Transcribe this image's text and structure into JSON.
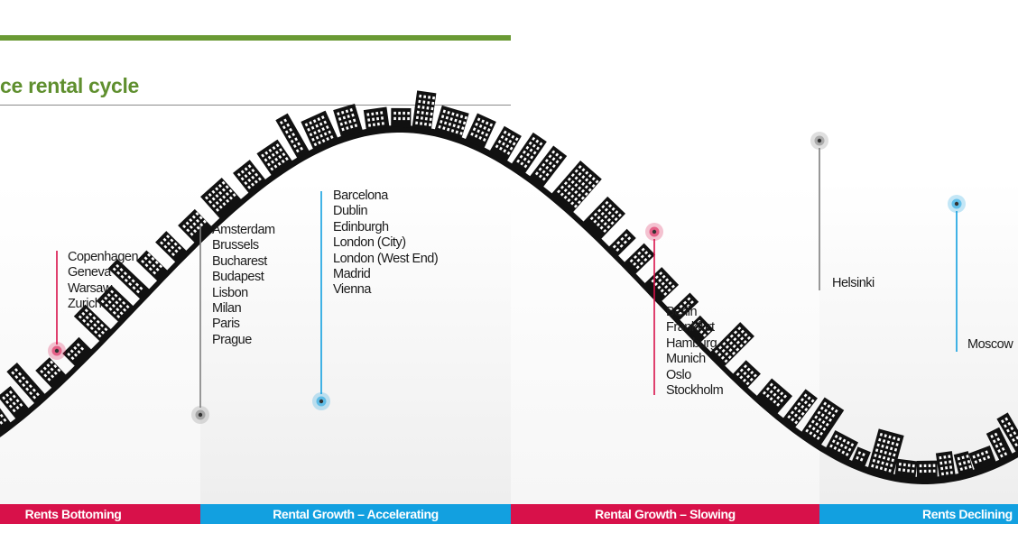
{
  "title": "ce rental cycle",
  "colors": {
    "green": "#6a9a34",
    "title_green": "#5f8f2e",
    "red": "#d8114a",
    "blue": "#12a0e0",
    "grey": "#7f7f7f",
    "building": "#111111"
  },
  "markers": [
    {
      "id": "bottoming",
      "color": "red",
      "cities": [
        "Copenhagen",
        "Geneva",
        "Warsaw",
        "Zurich"
      ]
    },
    {
      "id": "turning-up",
      "color": "grey",
      "cities": [
        "Amsterdam",
        "Brussels",
        "Bucharest",
        "Budapest",
        "Lisbon",
        "Milan",
        "Paris",
        "Prague"
      ]
    },
    {
      "id": "accelerating",
      "color": "blue",
      "cities": [
        "Barcelona",
        "Dublin",
        "Edinburgh",
        "London (City)",
        "London (West End)",
        "Madrid",
        "Vienna"
      ]
    },
    {
      "id": "slowing",
      "color": "red",
      "cities": [
        "Berlin",
        "Frankfurt",
        "Hamburg",
        "Munich",
        "Oslo",
        "Stockholm"
      ]
    },
    {
      "id": "peak",
      "color": "grey",
      "cities": [
        "Helsinki"
      ]
    },
    {
      "id": "declining",
      "color": "blue",
      "cities": [
        "Moscow"
      ]
    }
  ],
  "stages": [
    {
      "label": "Rents Bottoming",
      "color": "red"
    },
    {
      "label": "Rental Growth – Accelerating",
      "color": "blue"
    },
    {
      "label": "Rental Growth – Slowing",
      "color": "red"
    },
    {
      "label": "Rents Declining",
      "color": "blue"
    }
  ]
}
